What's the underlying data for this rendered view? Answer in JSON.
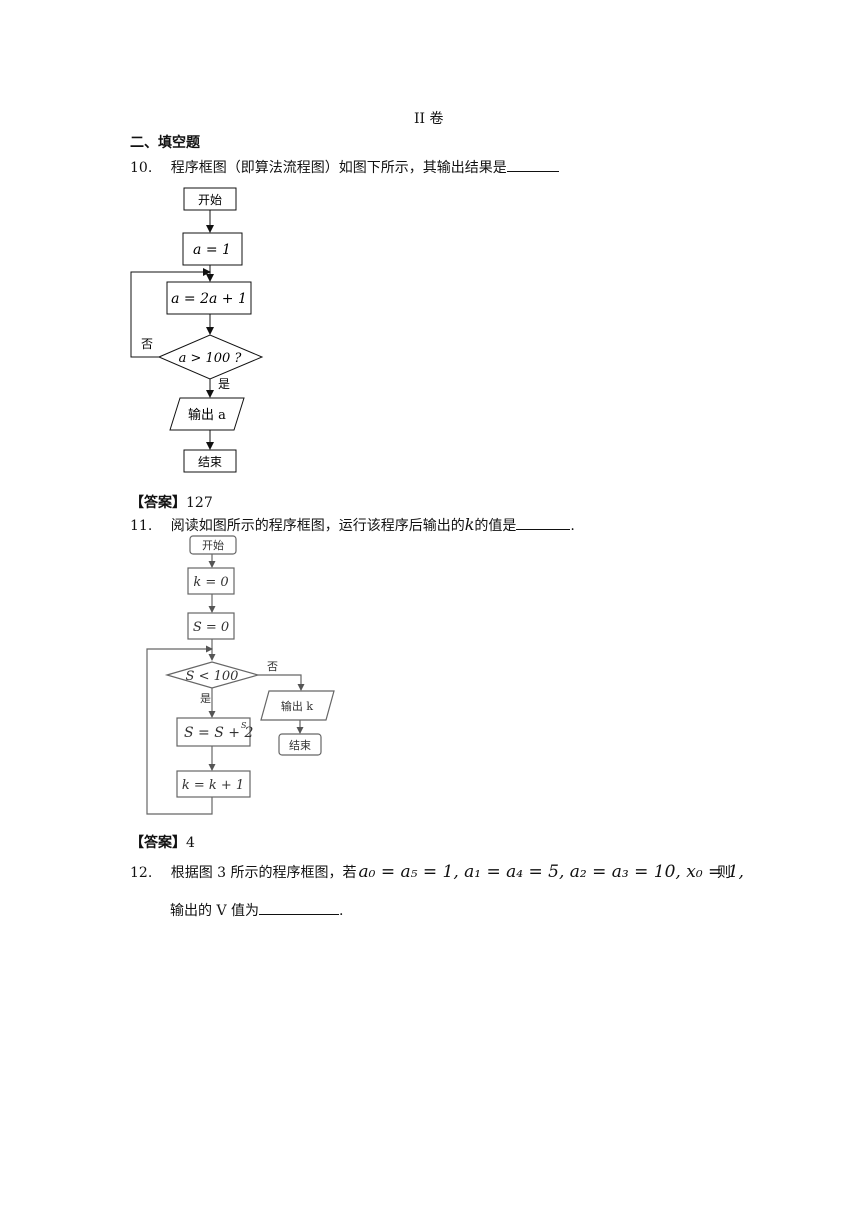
{
  "section": {
    "volume_title": "II 卷",
    "heading": "二、填空题"
  },
  "q10": {
    "number": "10.",
    "text": "程序框图（即算法流程图）如图下所示，其输出结果是",
    "flow": {
      "start": "开始",
      "init": "a = 1",
      "update": "a = 2a + 1",
      "decision": "a > 100 ?",
      "no": "否",
      "yes": "是",
      "output": "输出 a",
      "end": "结束"
    },
    "answer_label": "【答案】",
    "answer": "127"
  },
  "q11": {
    "number": "11.",
    "text_before": "阅读如图所示的程序框图，运行该程序后输出的",
    "var": "k",
    "text_after": "的值是",
    "period": ".",
    "flow": {
      "start": "开始",
      "init_k": "k = 0",
      "init_s": "S = 0",
      "decision": "S < 100",
      "no": "否",
      "yes": "是",
      "update_s": "S = S + 2",
      "update_s_sup": "S",
      "update_k": "k = k + 1",
      "output": "输出 k",
      "end": "结束"
    },
    "answer_label": "【答案】",
    "answer": "4"
  },
  "q12": {
    "number": "12.",
    "text": "根据图 3 所示的程序框图，若",
    "formula": "a₀ = a₅ = 1, a₁ = a₄ = 5, a₂ = a₃ = 10, x₀ = 1,",
    "then": "则",
    "line2": "输出的 V 值为",
    "period": "."
  }
}
